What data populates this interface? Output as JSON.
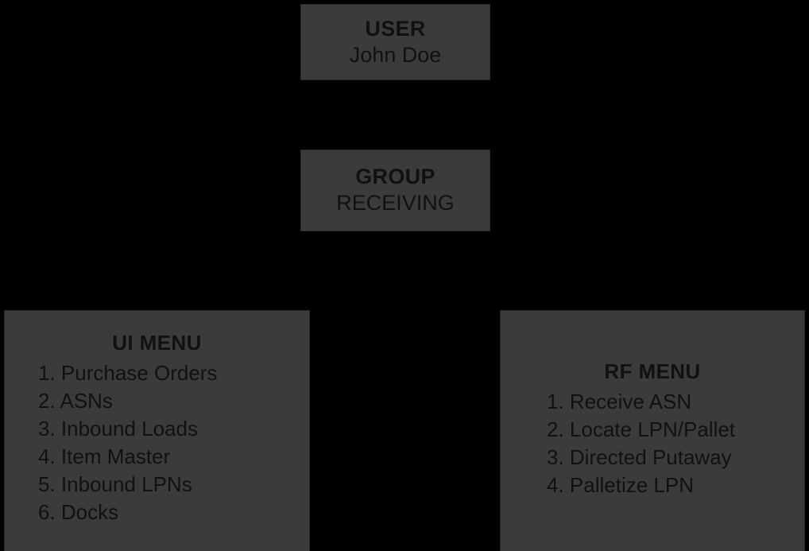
{
  "diagram": {
    "background_color": "#000000",
    "node_fill_color": "#3b3b3b",
    "node_border_color": "#2a2a2a",
    "text_color": "#111111",
    "connector_color": "#000000"
  },
  "user_node": {
    "title": "USER",
    "value": "John Doe"
  },
  "group_node": {
    "title": "GROUP",
    "value": "RECEIVING"
  },
  "ui_menu": {
    "title": "UI MENU",
    "items": [
      {
        "number": "1.",
        "label": "Purchase Orders",
        "text": "1. Purchase Orders"
      },
      {
        "number": "2.",
        "label": "ASNs",
        "text": "2. ASNs"
      },
      {
        "number": "3.",
        "label": "Inbound Loads",
        "text": "3. Inbound Loads"
      },
      {
        "number": "4.",
        "label": "Item Master",
        "text": "4. Item Master"
      },
      {
        "number": "5.",
        "label": "Inbound LPNs",
        "text": "5. Inbound LPNs"
      },
      {
        "number": "6.",
        "label": "Docks",
        "text": "6. Docks"
      }
    ]
  },
  "rf_menu": {
    "title": "RF MENU",
    "items": [
      {
        "number": "1.",
        "label": "Receive ASN",
        "text": "1. Receive ASN"
      },
      {
        "number": "2.",
        "label": "Locate LPN/Pallet",
        "text": "2. Locate LPN/Pallet"
      },
      {
        "number": "3.",
        "label": "Directed Putaway",
        "text": "3. Directed Putaway"
      },
      {
        "number": "4.",
        "label": "Palletize LPN",
        "text": "4. Palletize LPN"
      }
    ]
  }
}
